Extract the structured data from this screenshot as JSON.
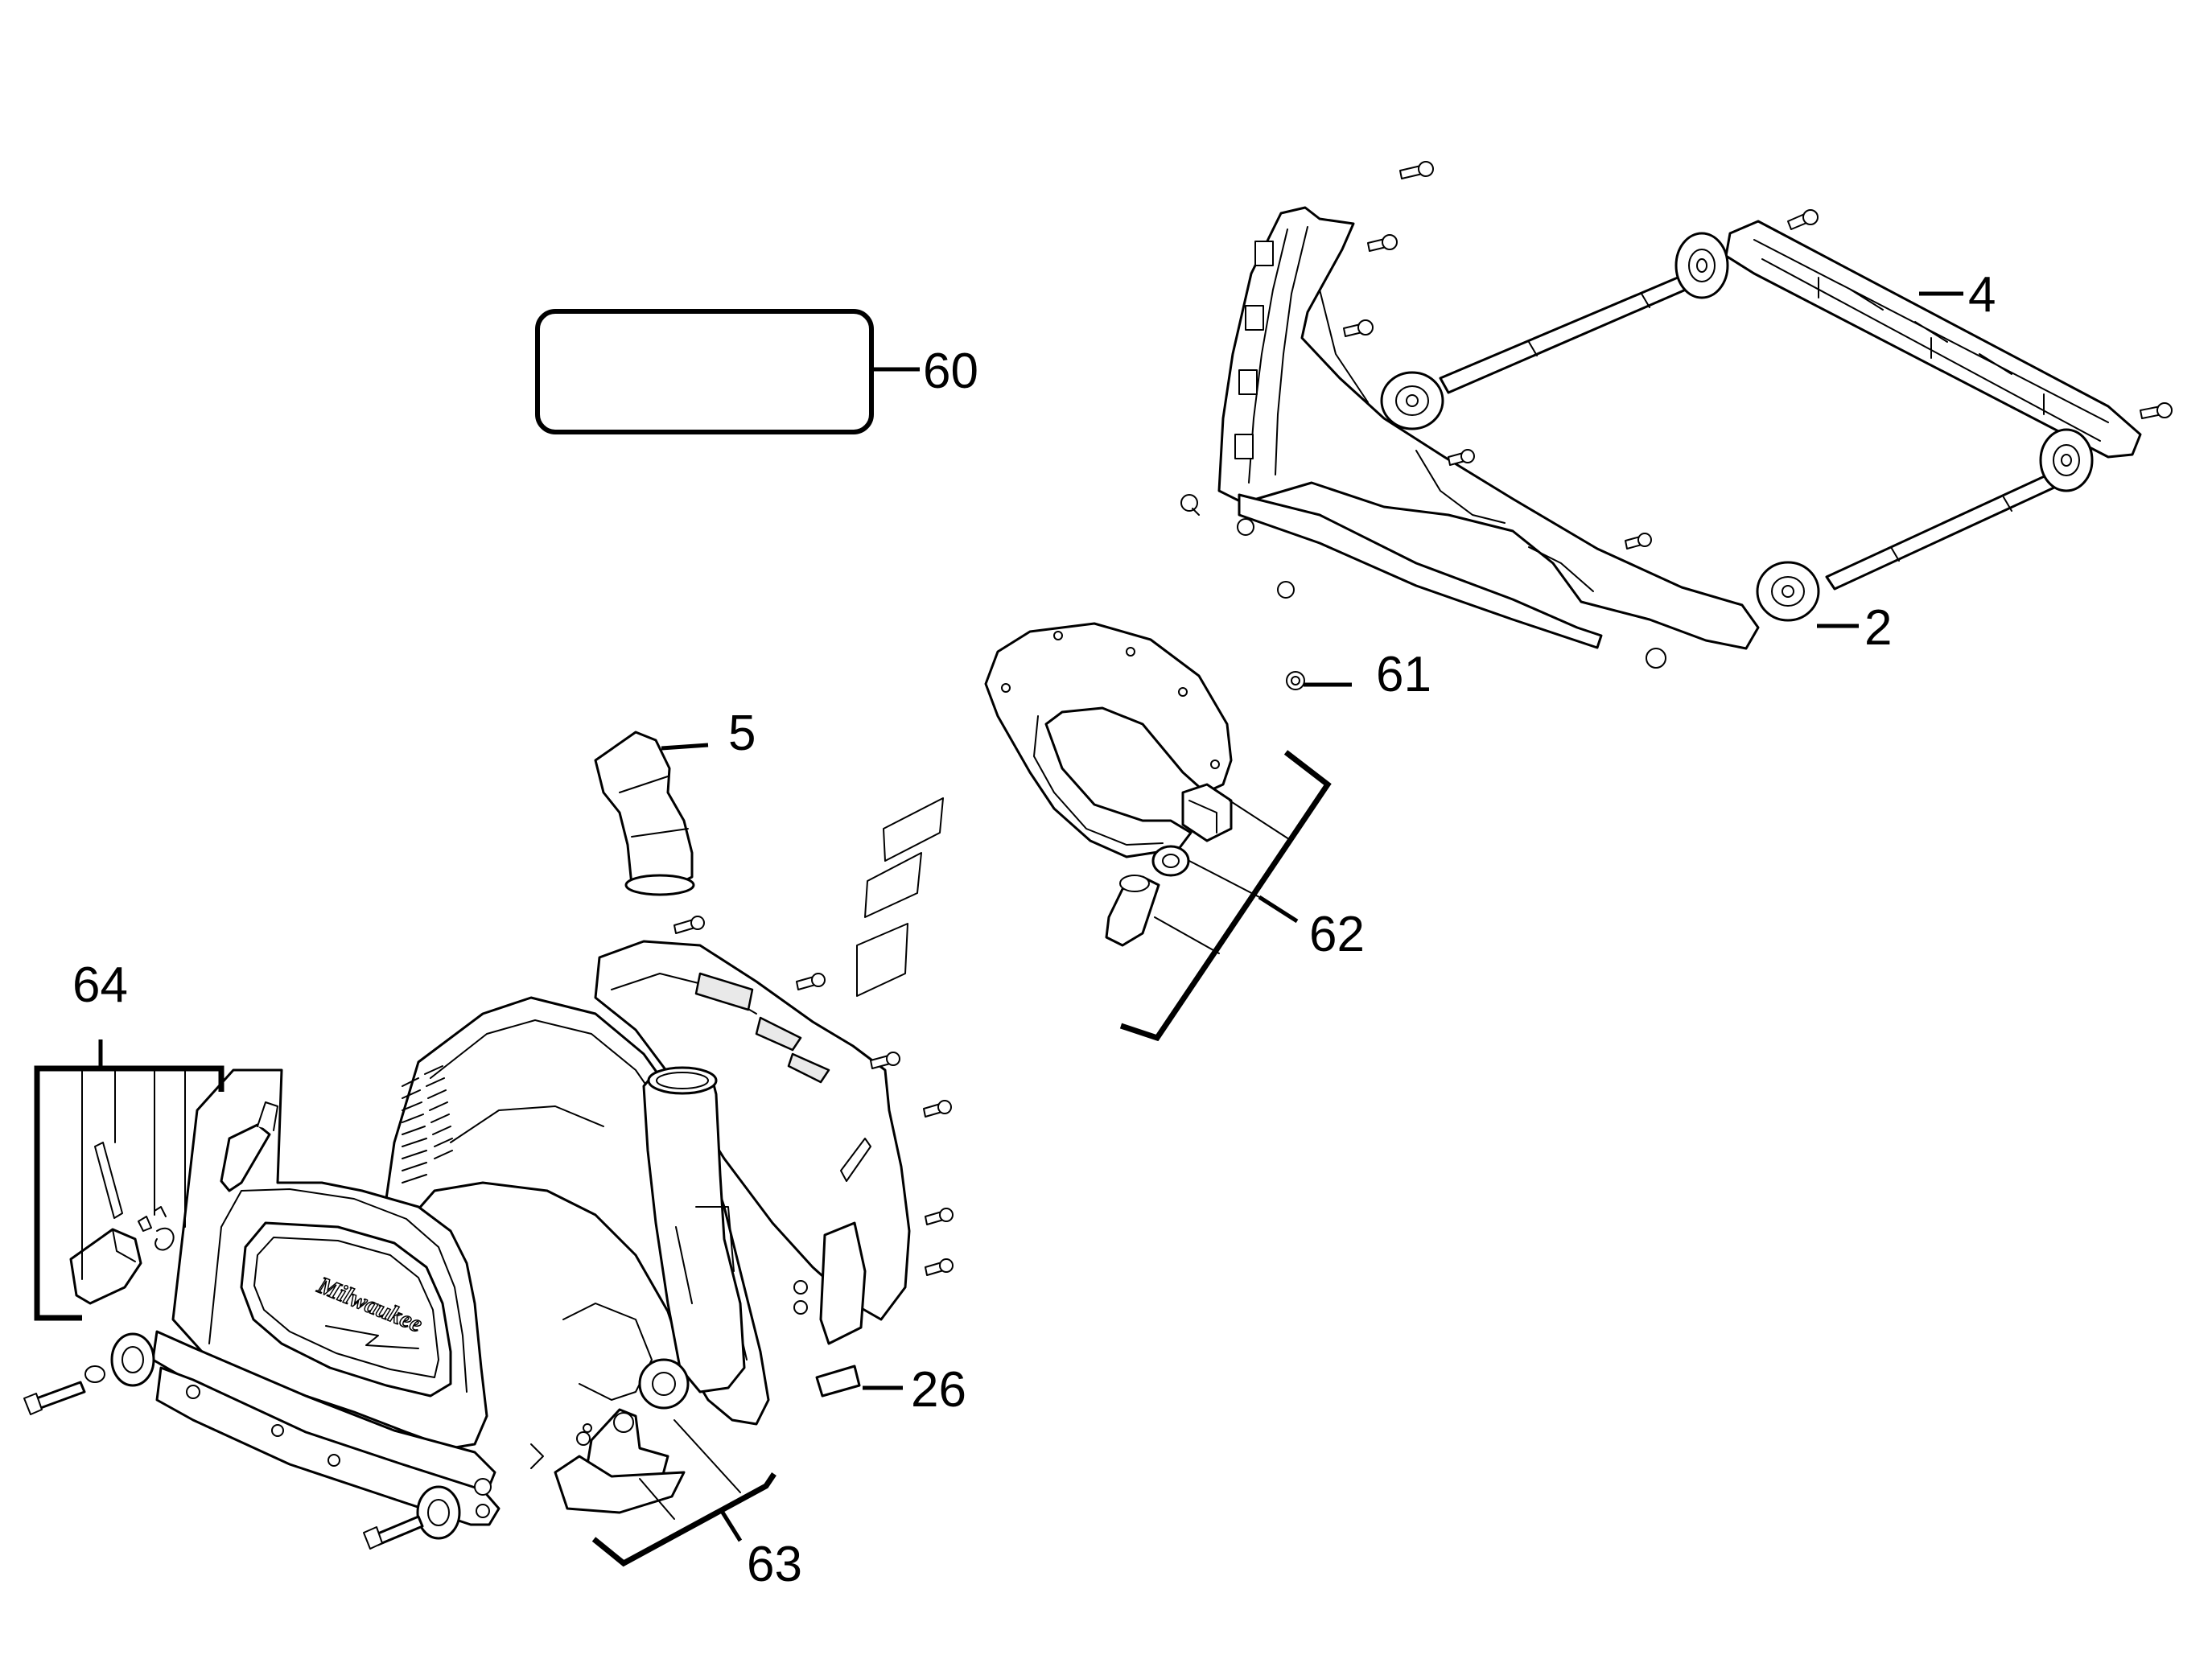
{
  "callouts": [
    {
      "id": "60",
      "label": "60"
    },
    {
      "id": "4",
      "label": "4"
    },
    {
      "id": "2",
      "label": "2"
    },
    {
      "id": "61",
      "label": "61"
    },
    {
      "id": "5",
      "label": "5"
    },
    {
      "id": "62",
      "label": "62"
    },
    {
      "id": "64",
      "label": "64"
    },
    {
      "id": "26",
      "label": "26"
    },
    {
      "id": "63",
      "label": "63"
    }
  ],
  "brand_text": "Milwaukee",
  "colors": {
    "line": "#000000",
    "background": "#ffffff"
  }
}
